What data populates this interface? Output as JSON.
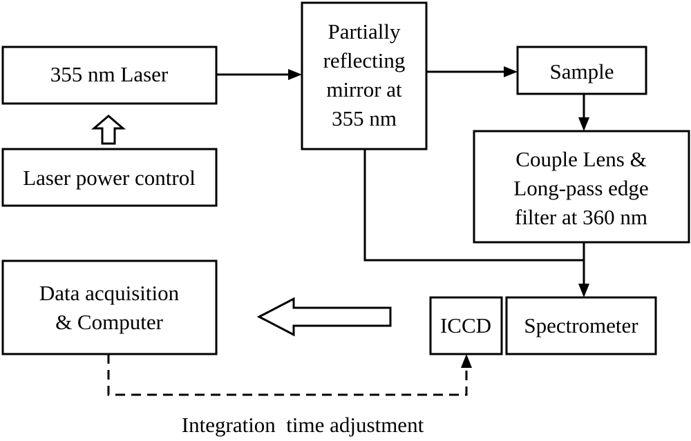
{
  "blocks": {
    "laser": {
      "lines": [
        "355 nm Laser"
      ]
    },
    "power_control": {
      "lines": [
        "Laser power control"
      ]
    },
    "mirror": {
      "lines": [
        "Partially",
        "reflecting",
        "mirror  at",
        "355 nm"
      ]
    },
    "sample": {
      "lines": [
        "Sample"
      ]
    },
    "lens_filter": {
      "lines": [
        "Couple Lens &",
        "Long-pass edge",
        "filter at 360 nm"
      ]
    },
    "data_acq": {
      "lines": [
        "Data acquisition",
        "& Computer"
      ]
    },
    "iccd": {
      "lines": [
        "ICCD"
      ]
    },
    "spectrometer": {
      "lines": [
        "Spectrometer"
      ]
    }
  },
  "caption": "Integration  time adjustment"
}
